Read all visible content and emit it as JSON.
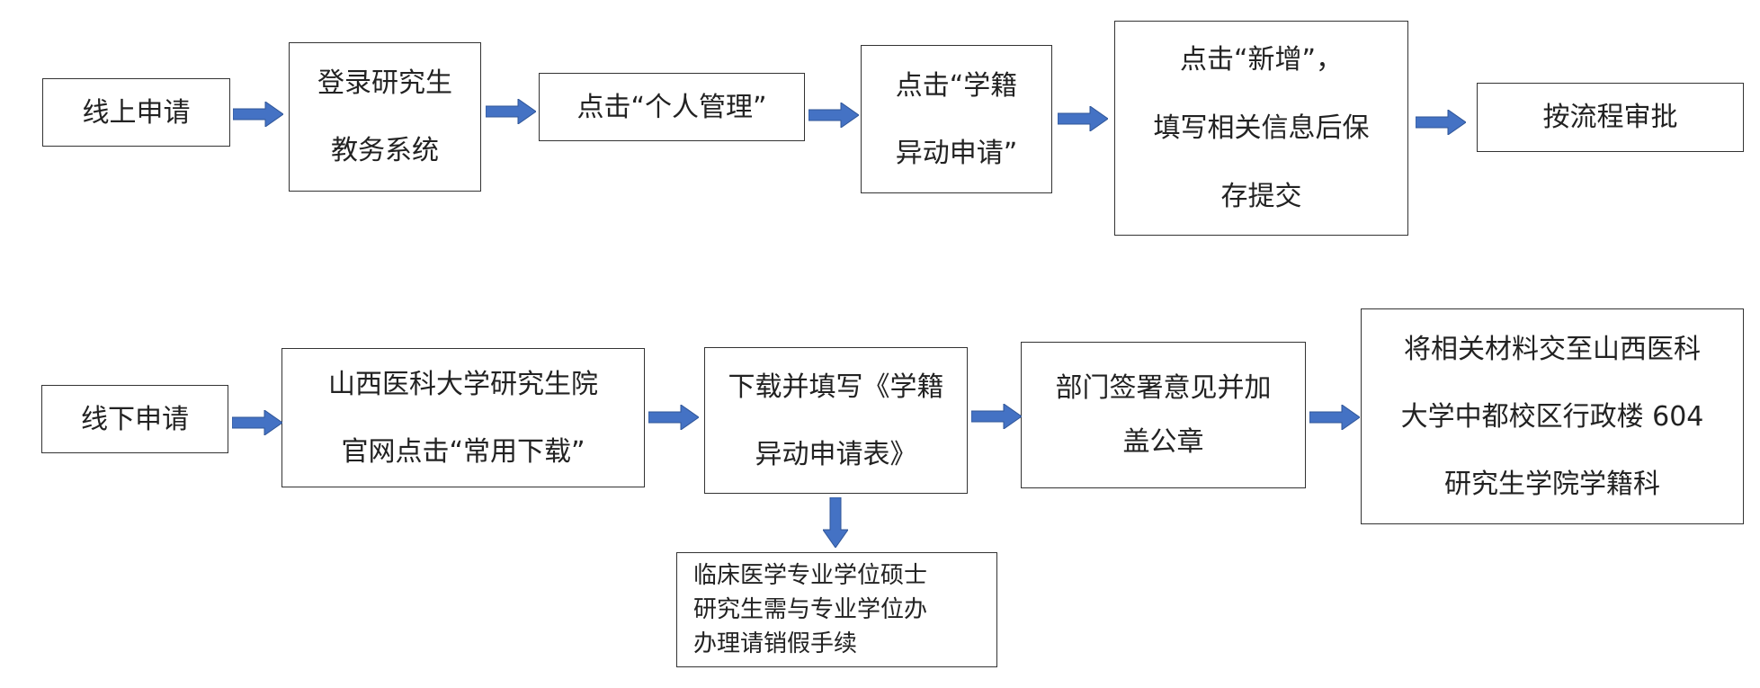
{
  "colors": {
    "arrow": "#4472C4",
    "border": "#333333",
    "text": "#222222"
  },
  "online": {
    "start": "线上申请",
    "step1": [
      "登录研究生",
      "教务系统"
    ],
    "step2": "点击“个人管理”",
    "step3": [
      "点击“学籍",
      "异动申请”"
    ],
    "step4": [
      "点击“新增”，",
      "填写相关信息后保",
      "存提交"
    ],
    "end": "按流程审批"
  },
  "offline": {
    "start": "线下申请",
    "step1": [
      "山西医科大学研究生院",
      "官网点击“常用下载”"
    ],
    "step2": [
      "下载并填写《学籍",
      "异动申请表》"
    ],
    "step3": [
      "部门签署意见并加",
      "盖公章"
    ],
    "end": [
      "将相关材料交至山西医科",
      "大学中都校区行政楼 604",
      "研究生学院学籍科"
    ],
    "note": [
      "临床医学专业学位硕士",
      "研究生需与专业学位办",
      "办理请销假手续"
    ]
  }
}
